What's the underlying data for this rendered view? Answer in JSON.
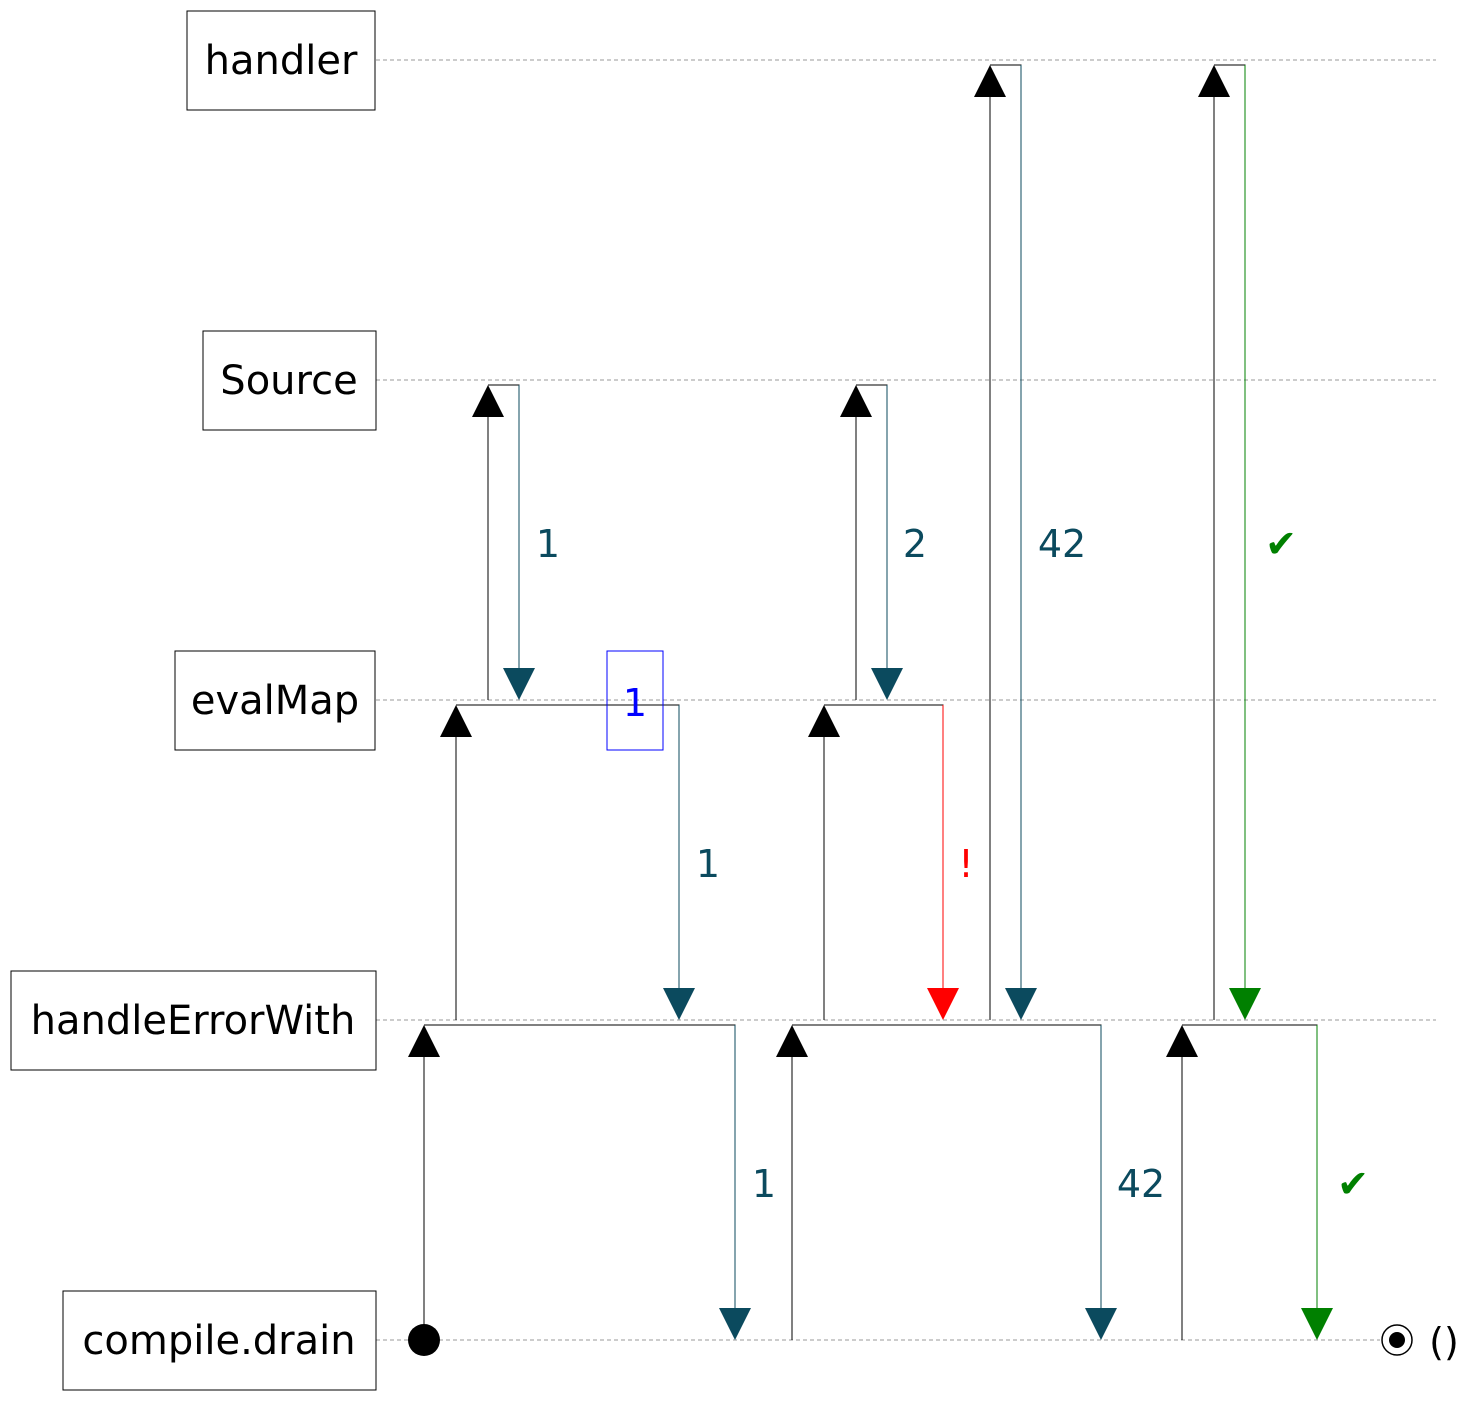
{
  "colors": {
    "pull": "#000000",
    "value": "#0b4a5e",
    "error": "#ff0000",
    "done": "#008000",
    "highlight": "#0000ff",
    "grid": "#999999"
  },
  "lanes": [
    {
      "id": "handler",
      "label": "handler"
    },
    {
      "id": "source",
      "label": "Source"
    },
    {
      "id": "evalmap",
      "label": "evalMap"
    },
    {
      "id": "handleerrorwith",
      "label": "handleErrorWith"
    },
    {
      "id": "compiledrain",
      "label": "compile.drain"
    }
  ],
  "values": {
    "source_first": "1",
    "source_second": "2",
    "handler_value": "42",
    "handler_done": "✔",
    "evalmap_highlight": "1",
    "evalmap_first": "1",
    "evalmap_error": "!",
    "drain_first": "1",
    "drain_second": "42",
    "drain_done": "✔",
    "result": "()"
  }
}
